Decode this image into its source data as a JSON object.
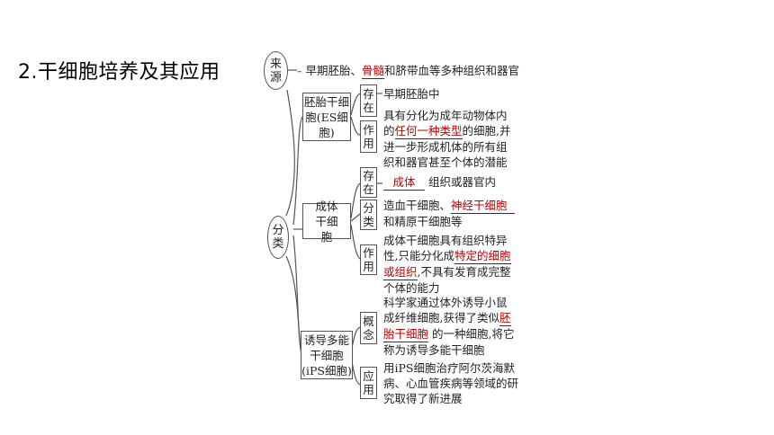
{
  "heading": "2.干细胞培养及其应用",
  "source": {
    "label": "来源",
    "text_prefix": "早期胚胎、",
    "answer": "骨髓",
    "text_suffix": "和脐带血等多种组织和器官"
  },
  "classification": {
    "label": "分类"
  },
  "es": {
    "label": "胚胎干细胞(ES细胞)",
    "exist": {
      "label": "存在",
      "text": "早期胚胎中"
    },
    "function": {
      "label": "作用",
      "line1": "具有分化为成年动物体内",
      "line2_prefix": "的",
      "answer": "任何一种类型",
      "line2_suffix": "的细胞,并",
      "line3": "进一步形成机体的所有组",
      "line4": "织和器官甚至个体的潜能"
    }
  },
  "adult": {
    "label": "成体干细胞",
    "exist": {
      "label": "存在",
      "answer": "成体",
      "text": "组织或器官内"
    },
    "types": {
      "label": "分类",
      "line1_prefix": "造血干细胞、",
      "answer": "神经干细胞",
      "line2": "和精原干细胞等"
    },
    "function": {
      "label": "作用",
      "line1": "成体干细胞具有组织特异",
      "line2_prefix": "性,只能分化成",
      "answer_part1": "特定的细胞",
      "answer_part2": "或组织",
      "line3_suffix": ",不具有发育成完整",
      "line4": "个体的能力"
    }
  },
  "ips": {
    "label": "诱导多能干细胞(iPS细胞)",
    "concept": {
      "label": "概念",
      "line1": "科学家通过体外诱导小鼠",
      "line2_prefix": "成纤维细胞,获得了类似",
      "answer_part1": "胚",
      "answer_part2": "胎干细胞",
      "line3_suffix": "的一种细胞,将它",
      "line4": "称为诱导多能干细胞"
    },
    "application": {
      "label": "应用",
      "line1": "用iPS细胞治疗阿尔茨海默",
      "line2": "病、心血管疾病等领域的研",
      "line3": "究取得了新进展"
    }
  }
}
